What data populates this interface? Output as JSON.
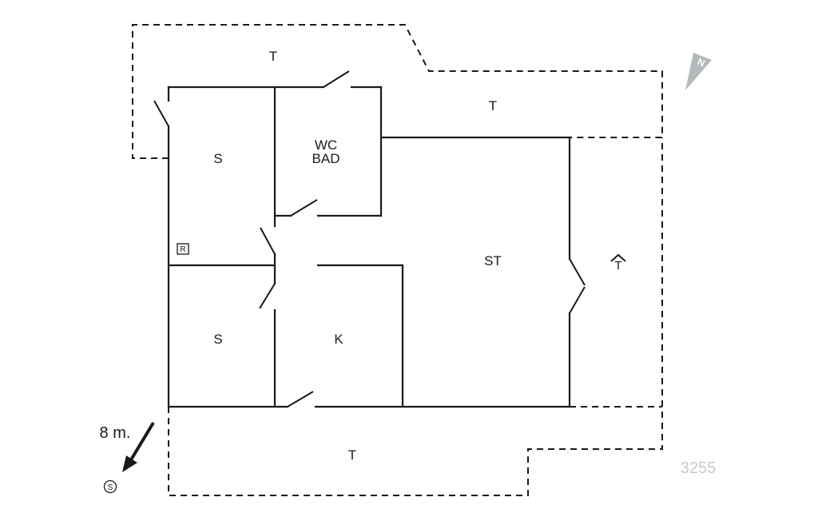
{
  "rooms": {
    "terrace_top": "T",
    "terrace_right_top": "T",
    "bedroom_1": "S",
    "wc_line1": "WC",
    "wc_line2": "BAD",
    "living_room": "ST",
    "bedroom_2": "S",
    "kitchen": "K",
    "terrace_bottom": "T",
    "covered_terrace": "T"
  },
  "markers": {
    "radiator": "R",
    "north": "N",
    "sea": "S"
  },
  "distance": "8 m.",
  "plan_code": "3255",
  "colors": {
    "walls": "#1a1a1a",
    "north_arrow": "#b4b9bb",
    "plan_code": "#c8c8c8"
  }
}
